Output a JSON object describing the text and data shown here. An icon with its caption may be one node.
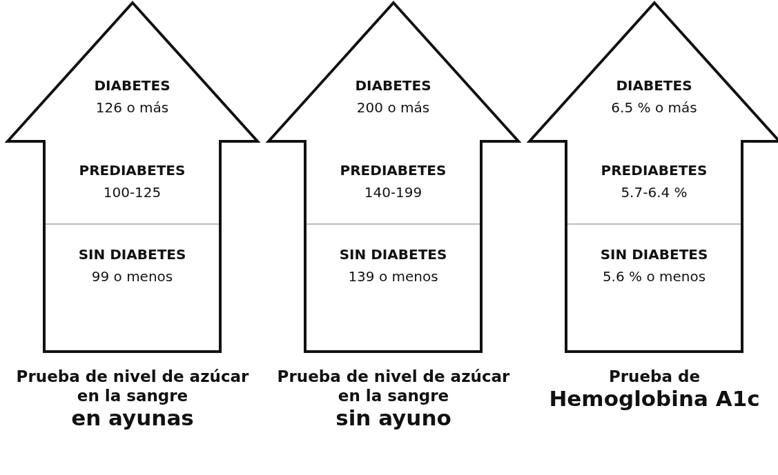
{
  "diagram": {
    "nodes": [
      {
        "text": [
          "Prueba de nivel de azúcar en la sangre",
          "en ayunas"
        ]
      },
      {
        "text": [
          "DIABETES",
          "126 o más"
        ],
        "in": 0
      },
      {
        "text": [
          "PREDIABETES",
          "100-125"
        ],
        "in": 0
      },
      {
        "text": [
          "SIN DIABETES",
          "99 o menos"
        ],
        "in": 0
      },
      {
        "text": [
          "Prueba de nivel de azúcar en la sangre",
          "sin ayuno"
        ]
      },
      {
        "text": [
          "DIABETES",
          "200 o más"
        ],
        "in": 4
      },
      {
        "text": [
          "PREDIABETES",
          "140-199"
        ],
        "in": 4
      },
      {
        "text": [
          "SIN DIABETES",
          "139 o menos"
        ],
        "in": 4
      },
      {
        "text": [
          "Prueba de",
          "Hemoglobina A1c"
        ]
      },
      {
        "text": [
          "DIABETES",
          "6.5 % o más"
        ],
        "in": 8
      },
      {
        "text": [
          "PREDIABETES",
          "5.7-6.4 %"
        ],
        "in": 8
      },
      {
        "text": [
          "SIN DIABETES",
          "5.6 % o menos"
        ],
        "in": 8
      }
    ],
    "edges": []
  }
}
